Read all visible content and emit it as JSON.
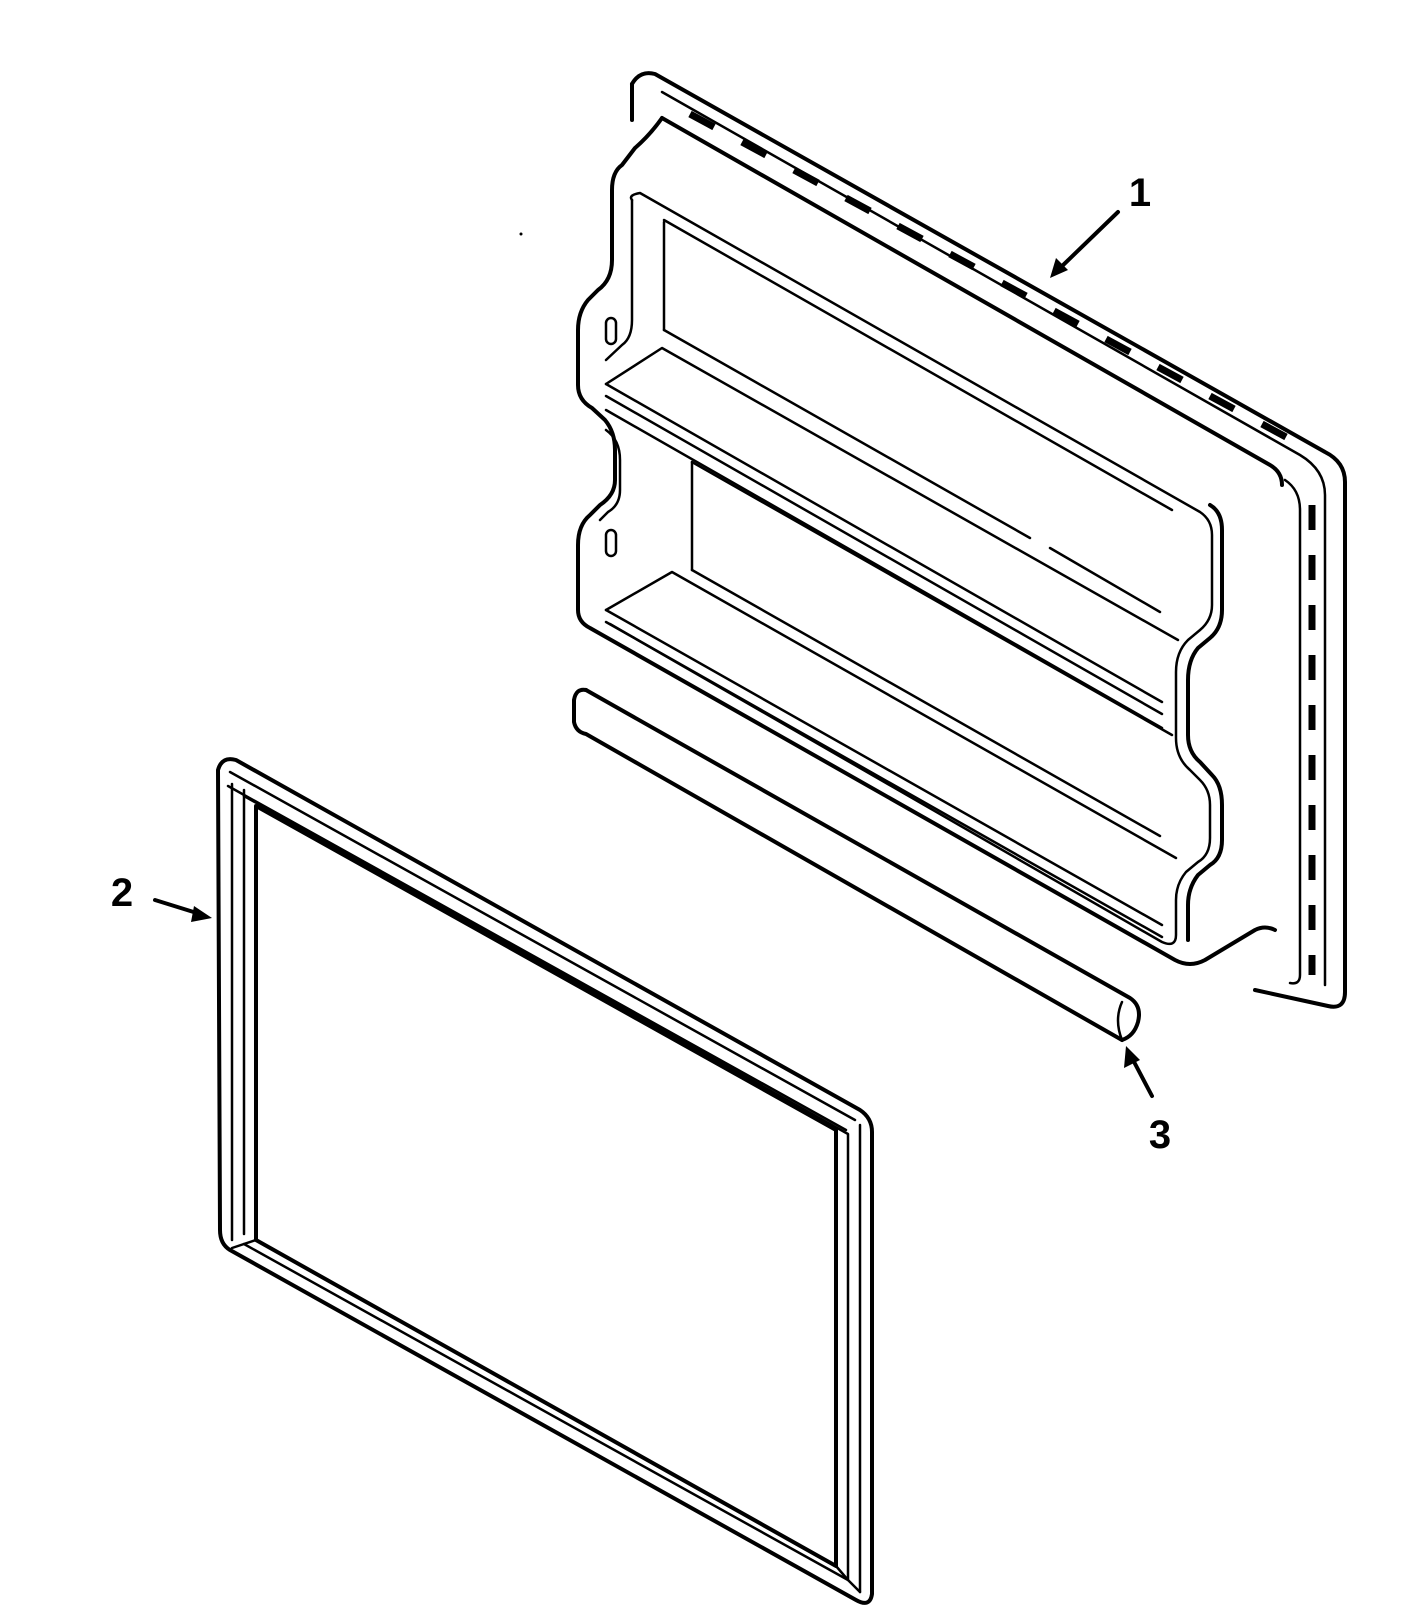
{
  "diagram": {
    "type": "exploded parts diagram",
    "colors": {
      "line": "#000000",
      "background": "#ffffff"
    },
    "callouts": [
      {
        "id": "1",
        "label": "1",
        "part": "door-liner"
      },
      {
        "id": "2",
        "label": "2",
        "part": "door-gasket"
      },
      {
        "id": "3",
        "label": "3",
        "part": "shelf-bar"
      }
    ]
  }
}
